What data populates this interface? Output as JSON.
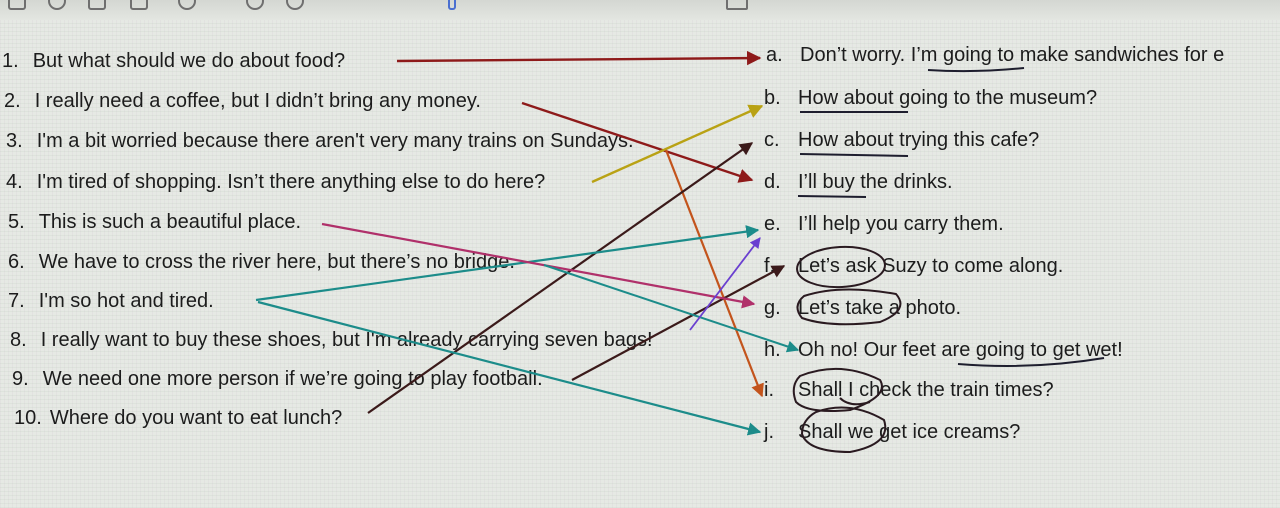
{
  "left_items": [
    {
      "num": "1.",
      "text": "But what should we do about food?"
    },
    {
      "num": "2.",
      "text": "I really need a coffee, but I didn’t bring any money."
    },
    {
      "num": "3.",
      "text": "I'm a bit worried because there aren't very many trains on Sundays."
    },
    {
      "num": "4.",
      "text": "I'm tired of shopping. Isn’t there anything else to do here?"
    },
    {
      "num": "5.",
      "text": "This is such a beautiful place."
    },
    {
      "num": "6.",
      "text": "We have to cross the river here, but there’s no bridge."
    },
    {
      "num": "7.",
      "text": "I'm so hot and tired."
    },
    {
      "num": "8.",
      "text": "I really want to buy these shoes, but I'm already carrying seven bags!"
    },
    {
      "num": "9.",
      "text": "We need one more person if we’re going to play football."
    },
    {
      "num": "10.",
      "text": "Where do you want to eat lunch?"
    }
  ],
  "right_items": [
    {
      "letter": "a.",
      "text": "Don’t worry. I’m going to make sandwiches for e"
    },
    {
      "letter": "b.",
      "text": "How about going to the museum?"
    },
    {
      "letter": "c.",
      "text": "How about trying this cafe?"
    },
    {
      "letter": "d.",
      "text": "I’ll buy the drinks."
    },
    {
      "letter": "e.",
      "text": "I’ll help you carry them."
    },
    {
      "letter": "f.",
      "text": "Let’s ask Suzy to come along."
    },
    {
      "letter": "g.",
      "text": "Let’s take a photo."
    },
    {
      "letter": "h.",
      "text": "Oh no! Our feet are going to get wet!"
    },
    {
      "letter": "i.",
      "text": "Shall I check the train times?"
    },
    {
      "letter": "j.",
      "text": "Shall we get ice creams?"
    }
  ],
  "toolbar_icons": [
    "undo-icon",
    "redo-icon",
    "folder-icon",
    "image-icon",
    "search-icon",
    "clock-icon",
    "history-icon",
    "text-cursor-icon",
    "tab-icon"
  ],
  "ink_colors": {
    "dark_red": "#8e1a1a",
    "dark_brown": "#3b1a1a",
    "olive": "#b9a214",
    "teal": "#1c8c8a",
    "magenta": "#b0306a",
    "purple": "#6a3fd0",
    "orange": "#c3541c",
    "underline": "#1e1e2e"
  }
}
